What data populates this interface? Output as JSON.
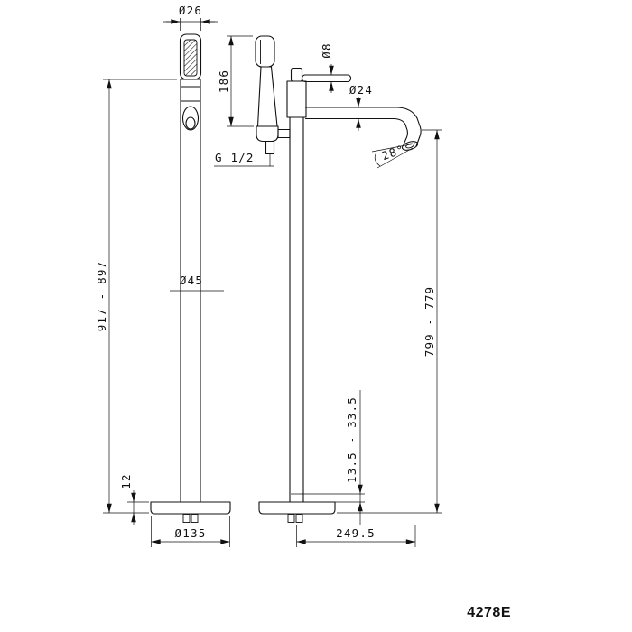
{
  "model": "4278E",
  "labels": {
    "handshower_diameter": "Ø26",
    "handshower_length": "186",
    "lever_diameter": "Ø8",
    "spout_diameter": "Ø24",
    "thread": "G 1/2",
    "height_range": "917 - 897",
    "column_diameter": "Ø45",
    "spout_angle": "28°",
    "outlet_height_range": "799 - 779",
    "floor_adjust_range": "13.5 - 33.5",
    "base_thickness": "12",
    "base_diameter": "Ø135",
    "spout_reach": "249.5"
  }
}
